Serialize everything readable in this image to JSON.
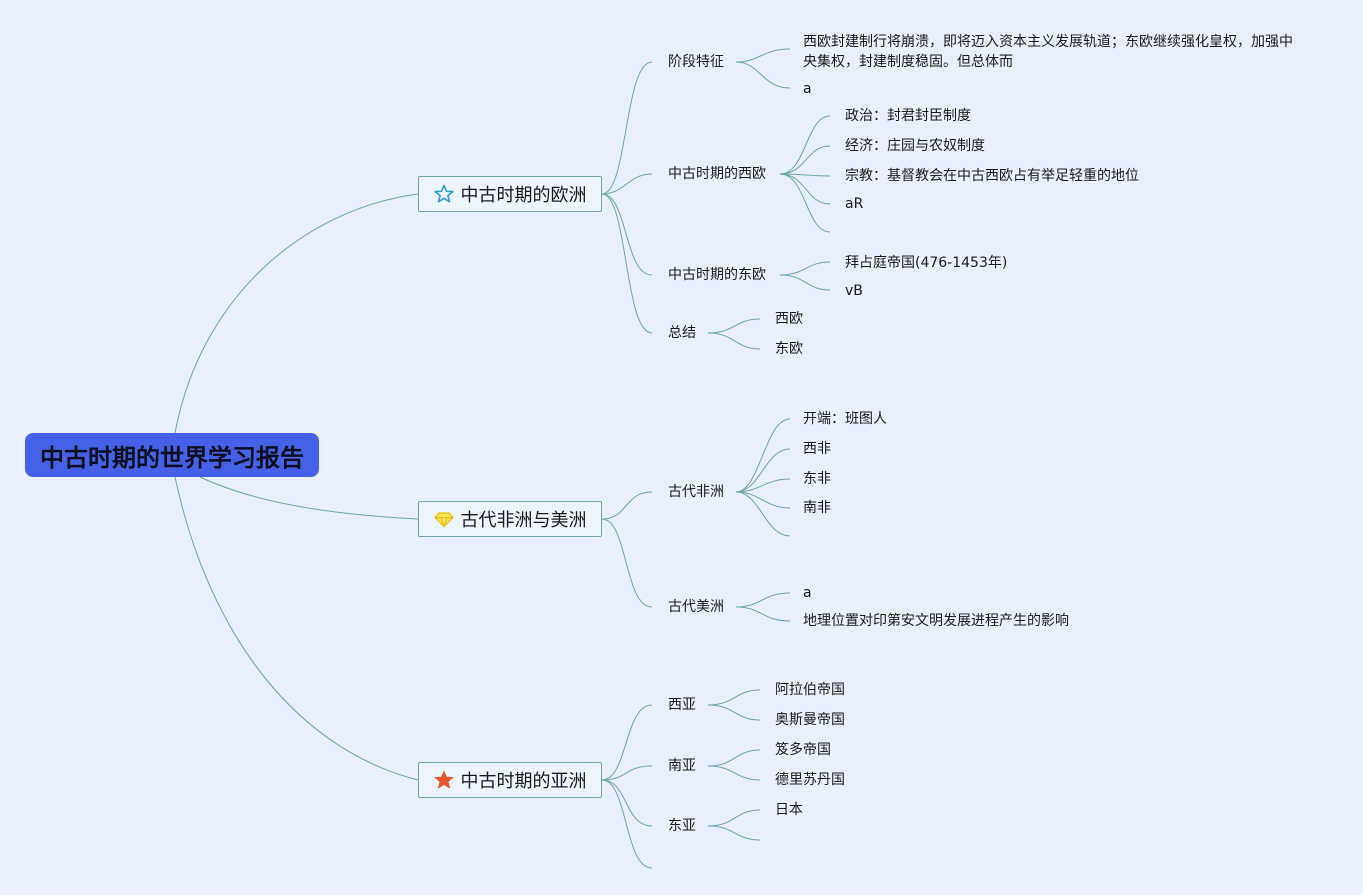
{
  "root": {
    "title": "中古时期的世界学习报告"
  },
  "branches": {
    "europe": {
      "title": "中古时期的欧洲",
      "icon": "star-outline-icon",
      "children": {
        "stage": {
          "label": "阶段特征",
          "items": [
            "西欧封建制行将崩溃，即将迈入资本主义发展轨道；东欧继续强化皇权，加强中央集权，封建制度稳固。但总体而",
            "a"
          ]
        },
        "west": {
          "label": "中古时期的西欧",
          "items": [
            "政治：封君封臣制度",
            "经济：庄园与农奴制度",
            "宗教：基督教会在中古西欧占有举足轻重的地位",
            "aR",
            ""
          ]
        },
        "east": {
          "label": "中古时期的东欧",
          "items": [
            "拜占庭帝国(476-1453年)",
            "vB"
          ]
        },
        "summary": {
          "label": "总结",
          "items": [
            "西欧",
            "东欧"
          ]
        }
      }
    },
    "africa_america": {
      "title": "古代非洲与美洲",
      "icon": "diamond-icon",
      "children": {
        "africa": {
          "label": "古代非洲",
          "items": [
            "开端：班图人",
            "西非",
            "东非",
            "南非",
            ""
          ]
        },
        "america": {
          "label": "古代美洲",
          "items": [
            "a",
            "地理位置对印第安文明发展进程产生的影响"
          ]
        }
      }
    },
    "asia": {
      "title": "中古时期的亚洲",
      "icon": "star-filled-icon",
      "children": {
        "west_asia": {
          "label": "西亚",
          "items": [
            "阿拉伯帝国",
            "奥斯曼帝国"
          ]
        },
        "south_asia": {
          "label": "南亚",
          "items": [
            "笈多帝国",
            "德里苏丹国"
          ]
        },
        "east_asia": {
          "label": "东亚",
          "items": [
            "日本",
            ""
          ]
        },
        "blank": {
          "label": ""
        }
      }
    }
  },
  "colors": {
    "background": "#e9effc",
    "root_fill": "#4561e8",
    "line": "#6aa9a0",
    "star_outline": "#2a9bd8",
    "diamond": "#f2d21c",
    "star_filled": "#e6582b"
  }
}
